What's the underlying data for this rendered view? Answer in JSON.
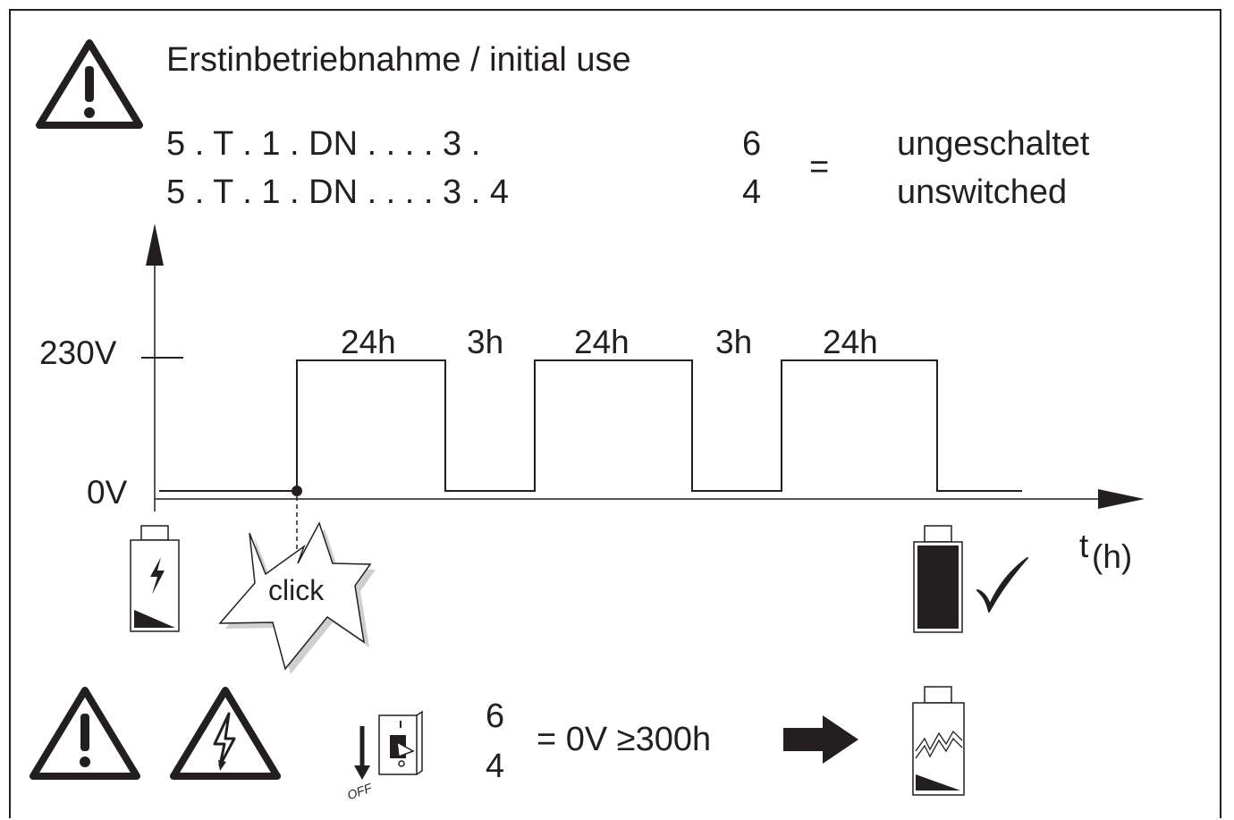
{
  "title": "Erstinbetriebnahme / initial use",
  "models": {
    "line1": "5 . T . 1 . DN . . . . 3 .",
    "line2": "5 . T . 1 . DN . . . . 3 . 4",
    "digit1": "6",
    "digit2": "4",
    "equals": "=",
    "state_de": "ungeschaltet",
    "state_en": "unswitched"
  },
  "timing": {
    "y_high_label": "230V",
    "y_low_label": "0V",
    "x_label": "t",
    "x_unit": "(h)",
    "segments": [
      {
        "level": "0V",
        "label": ""
      },
      {
        "level": "230V",
        "label": "24h"
      },
      {
        "level": "0V",
        "label": "3h"
      },
      {
        "level": "230V",
        "label": "24h"
      },
      {
        "level": "0V",
        "label": "3h"
      },
      {
        "level": "230V",
        "label": "24h"
      },
      {
        "level": "0V",
        "label": ""
      }
    ]
  },
  "click_label": "click",
  "bottom": {
    "off_label": "OFF",
    "digit1": "6",
    "digit2": "4",
    "condition": "= 0V ≥300h"
  },
  "icons": [
    "warning-icon",
    "battery-charging-icon",
    "click-burst-icon",
    "battery-full-icon",
    "checkmark-icon",
    "electric-hazard-icon",
    "switch-off-icon",
    "arrow-right-icon",
    "battery-damaged-icon"
  ]
}
